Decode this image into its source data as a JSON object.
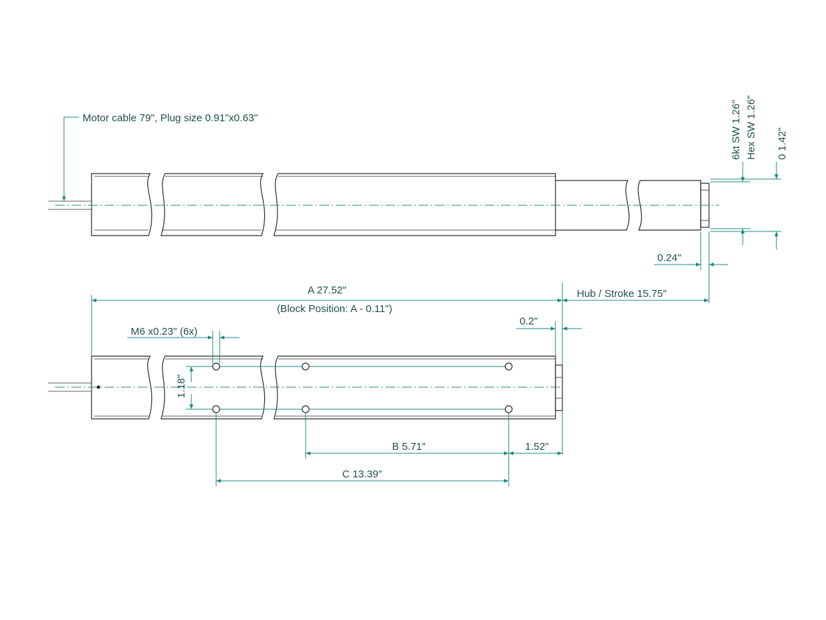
{
  "labels": {
    "motor_cable": "Motor cable 79\", Plug size 0.91\"x0.63\"",
    "hex_6kt": "6kt SW 1.26\"",
    "hex_sw": "Hex SW 1.26\"",
    "diameter": "0 1.42\"",
    "rod_end": "0.24\"",
    "dim_a": "A 27.52″",
    "block_position": "(Block Position: A - 0.11\")",
    "stroke": "Hub / Stroke 15.75″",
    "offset_02": "0.2\"",
    "thread": "M6  x0.23\" (6x)",
    "spacing_118": "1.18\"",
    "dim_b": "B 5.71″",
    "dim_152": "1.52\"",
    "dim_c": "C 13.39″"
  },
  "colors": {
    "dimension": "#1f8a85",
    "outline": "#2b2b2b",
    "text": "#1f4f4d"
  }
}
